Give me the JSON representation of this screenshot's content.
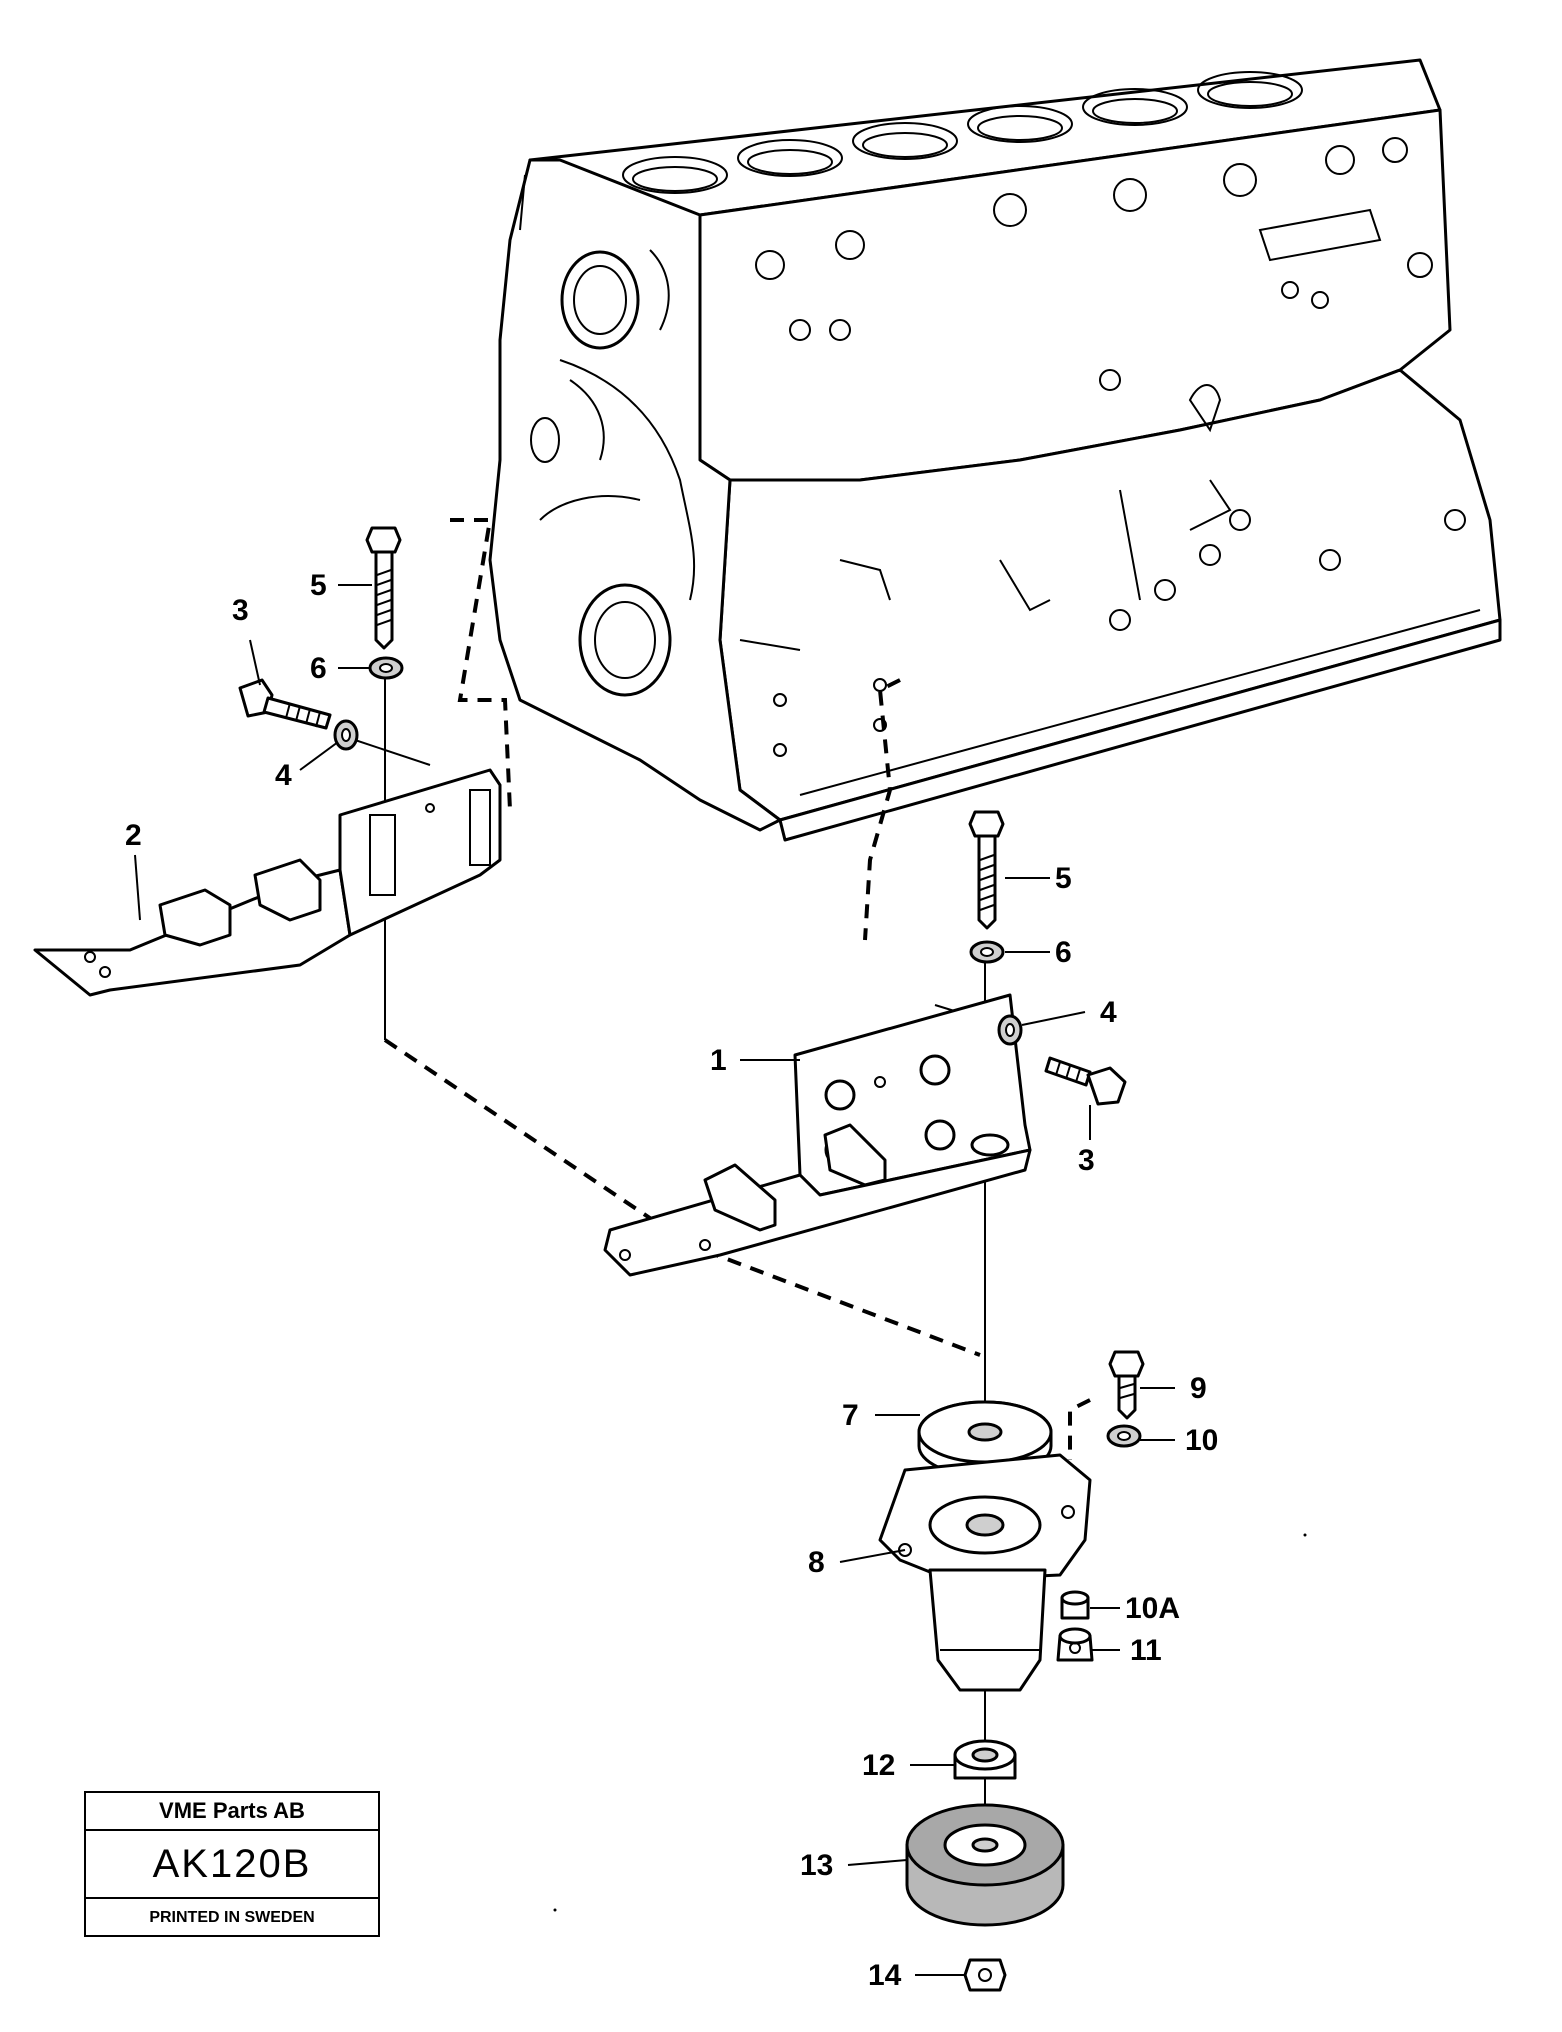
{
  "callouts": {
    "c1": "1",
    "c2": "2",
    "c3a": "3",
    "c3b": "3",
    "c4a": "4",
    "c4b": "4",
    "c5a": "5",
    "c5b": "5",
    "c6a": "6",
    "c6b": "6",
    "c7": "7",
    "c8": "8",
    "c9": "9",
    "c10": "10",
    "c10a": "10A",
    "c11": "11",
    "c12": "12",
    "c13": "13",
    "c14": "14"
  },
  "title_block": {
    "company": "VME Parts AB",
    "drawing_no": "AK120B",
    "printed": "PRINTED IN SWEDEN"
  }
}
